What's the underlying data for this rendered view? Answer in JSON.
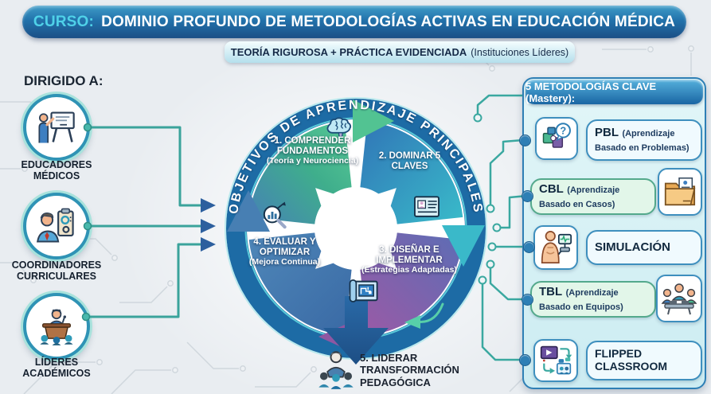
{
  "title": {
    "prefix": "CURSO:",
    "main": "DOMINIO PROFUNDO DE METODOLOGÍAS ACTIVAS EN EDUCACIÓN MÉDICA"
  },
  "subtitle": {
    "bold": "TEORÍA RIGUROSA + PRÁCTICA EVIDENCIADA",
    "normal": "(Instituciones Líderes)"
  },
  "audience": {
    "heading": "DIRIGIDO A:",
    "items": [
      {
        "label": "EDUCADORES MÉDICOS",
        "icon": "teacher-presentation-icon"
      },
      {
        "label": "COORDINADORES CURRICULARES",
        "icon": "coordinator-clipboard-icon"
      },
      {
        "label": "LÍDERES ACADÉMICOS",
        "icon": "podium-speaker-icon"
      }
    ]
  },
  "cycle": {
    "arc_title": "OBJETIVOS DE APRENDIZAJE PRINCIPALES",
    "steps": [
      {
        "title": "1. COMPRENDER FUNDAMENTOS",
        "subtitle": "(Teoría y Neurociencia)",
        "icon": "brain-icon",
        "color": "#4cbe90"
      },
      {
        "title": "2. DOMINAR 5 CLAVES",
        "subtitle": "",
        "icon": "id-card-icon",
        "color": "#36a9c4"
      },
      {
        "title": "3. DISEÑAR E IMPLEMENTAR",
        "subtitle": "(Estrategias Adaptadas)",
        "icon": "blueprint-icon",
        "color": "#8a59a5"
      },
      {
        "title": "4. EVALUAR Y OPTIMIZAR",
        "subtitle": "(Mejora Continua)",
        "icon": "magnifier-chart-icon",
        "color": "#4878ad"
      }
    ],
    "final_step": {
      "title": "5. LIDERAR TRANSFORMACIÓN PEDAGÓGICA",
      "icon": "leader-audience-icon"
    }
  },
  "methodologies": {
    "heading": "5 METODOLOGÍAS CLAVE (Mastery):",
    "items": [
      {
        "abbr": "PBL",
        "desc": "(Aprendizaje Basado en Problemas)",
        "icon": "puzzle-question-icon",
        "icon_side": "left",
        "bubble_glyph": "?"
      },
      {
        "abbr": "CBL",
        "desc": "(Aprendizaje Basado en Casos)",
        "icon": "case-folder-icon",
        "icon_side": "right"
      },
      {
        "abbr": "SIMULACIÓN",
        "desc": "",
        "icon": "simulation-mannequin-icon",
        "icon_side": "left"
      },
      {
        "abbr": "TBL",
        "desc": "(Aprendizaje Basado en Equipos)",
        "icon": "team-table-icon",
        "icon_side": "right"
      },
      {
        "abbr": "FLIPPED CLASSROOM",
        "desc": "",
        "icon": "flipped-classroom-icon",
        "icon_side": "left"
      }
    ]
  },
  "colors": {
    "banner_top": "#3f9cc8",
    "banner_bottom": "#1b4f86",
    "banner_prefix_text": "#4fd1e8",
    "ring_blue": "#1d6ba5",
    "ring_accent_cyan": "#62d4de",
    "quadrant_green": "#4cbe90",
    "quadrant_blue": "#36a9c4",
    "quadrant_purple": "#8a59a5",
    "quadrant_steel": "#4878ad",
    "connector_teal": "#3aa8a0",
    "connector_arrow_blue": "#2c5f9e",
    "panel_bg": "#d9f1f5",
    "panel_border": "#2e7fb5",
    "pill_mint": "#e2f6e9",
    "pill_blue": "#f0fafe",
    "background": "#e9edf1"
  }
}
